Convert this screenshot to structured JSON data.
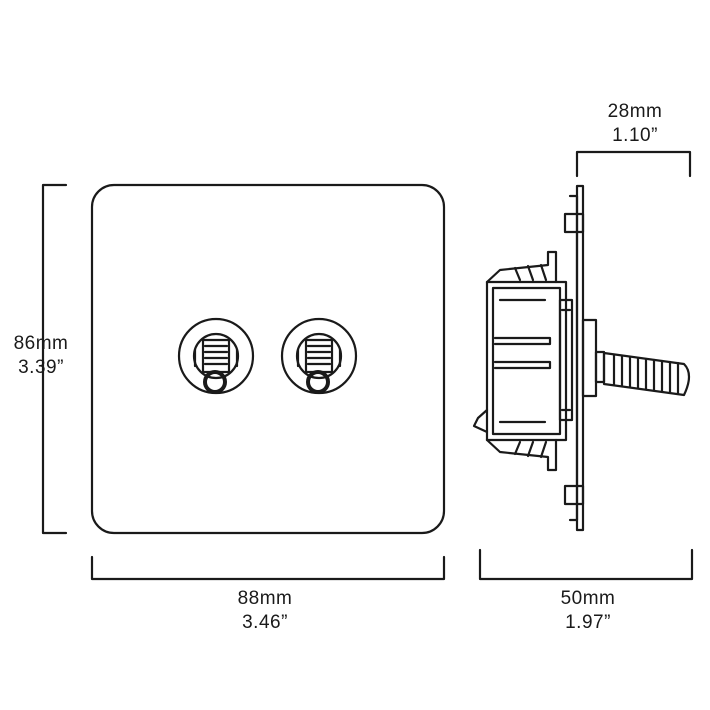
{
  "dimensions": {
    "plate_width": {
      "metric": "88mm",
      "imperial": "3.46”"
    },
    "plate_height": {
      "metric": "86mm",
      "imperial": "3.39”"
    },
    "front_depth": {
      "metric": "28mm",
      "imperial": "1.10”"
    },
    "total_depth": {
      "metric": "50mm",
      "imperial": "1.97”"
    }
  },
  "colors": {
    "line": "#1a1a1a",
    "background": "#ffffff"
  }
}
